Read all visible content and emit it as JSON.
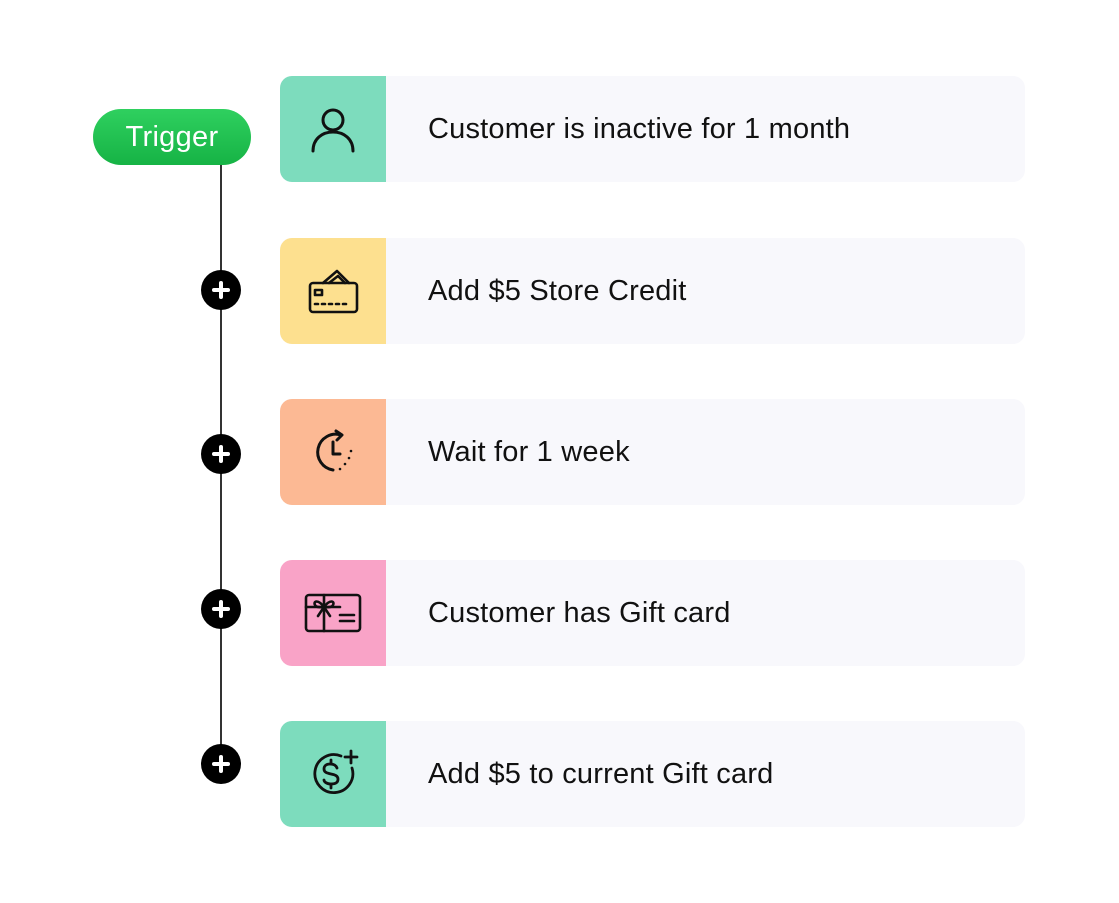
{
  "trigger": {
    "label": "Trigger",
    "color": "#1fbf4f"
  },
  "steps": [
    {
      "label": "Customer is inactive for 1 month",
      "icon": "user-icon",
      "icon_bg": "#7ddcbd"
    },
    {
      "label": "Add $5 Store Credit",
      "icon": "credit-card-icon",
      "icon_bg": "#fde08f"
    },
    {
      "label": "Wait for 1 week",
      "icon": "clock-icon",
      "icon_bg": "#fcb994"
    },
    {
      "label": "Customer has Gift card",
      "icon": "gift-card-icon",
      "icon_bg": "#f9a3c7"
    },
    {
      "label": "Add $5 to current Gift card",
      "icon": "dollar-plus-icon",
      "icon_bg": "#7ddcbd"
    }
  ],
  "add_step_icon": "plus-icon",
  "card_background": "#f8f8fc"
}
